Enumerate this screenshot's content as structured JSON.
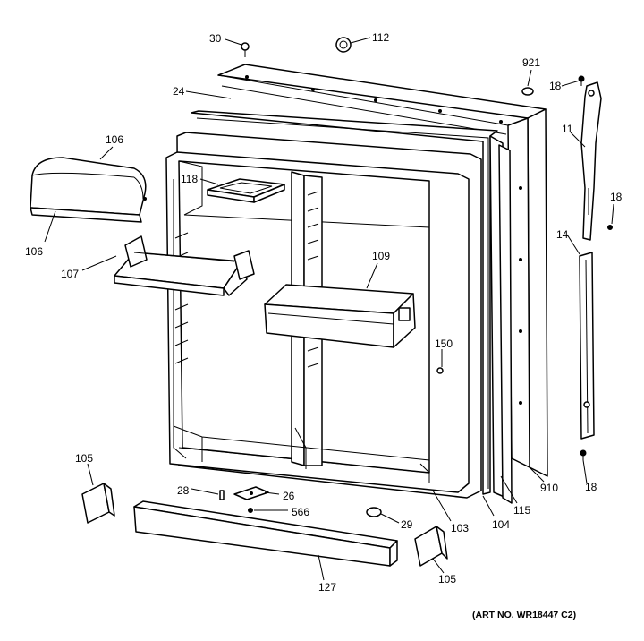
{
  "callouts": {
    "c30": "30",
    "c112": "112",
    "c921": "921",
    "c24": "24",
    "c18_top": "18",
    "c11": "11",
    "c106_top": "106",
    "c106_bottom": "106",
    "c118": "118",
    "c18_mid": "18",
    "c14": "14",
    "c107": "107",
    "c109": "109",
    "c150": "150",
    "c105_left": "105",
    "c28": "28",
    "c26": "26",
    "c566": "566",
    "c29": "29",
    "c103": "103",
    "c104": "104",
    "c115": "115",
    "c910": "910",
    "c18_bottom": "18",
    "c127": "127",
    "c105_right": "105"
  },
  "art_number": "(ART NO. WR18447 C2)"
}
